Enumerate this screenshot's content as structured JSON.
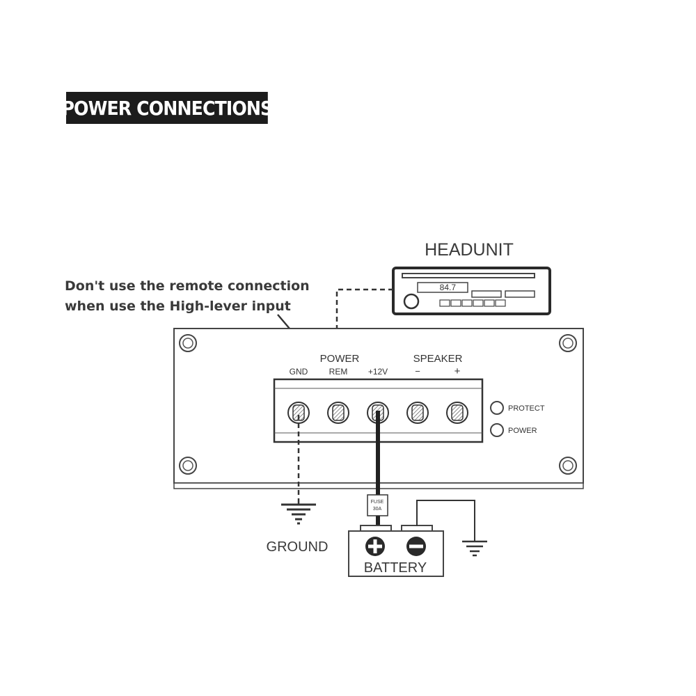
{
  "title": "POWER CONNECTIONS",
  "headunit": {
    "label": "HEADUNIT",
    "display": "84.7"
  },
  "note": {
    "line1": "Don't use the remote connection",
    "line2": "when use the High-lever input"
  },
  "amplifier": {
    "power_group": "POWER",
    "speaker_group": "SPEAKER",
    "terminals": [
      "GND",
      "REM",
      "+12V",
      "−",
      "+"
    ],
    "leds": [
      "PROTECT",
      "POWER"
    ]
  },
  "fuse": {
    "line1": "FUSE",
    "line2": "30A"
  },
  "battery": {
    "label": "BATTERY"
  },
  "ground": {
    "label": "GROUND"
  }
}
